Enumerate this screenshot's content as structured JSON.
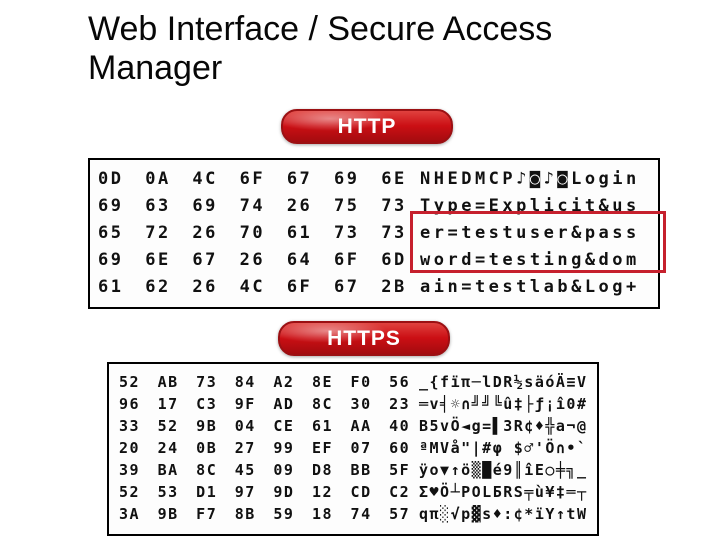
{
  "header": {
    "title_line1": "Web Interface / Secure Access",
    "title_line2": "Manager"
  },
  "badges": {
    "http_label": "HTTP",
    "https_label": "HTTPS"
  },
  "colors": {
    "badge_red": "#cb0f14",
    "badge_border": "#9b1013",
    "highlight_box_red": "#c6202d",
    "table_border": "#000000",
    "background": "#ffffff"
  },
  "http_dump": {
    "rows": [
      {
        "hex": "0D 0A 4C 6F 67 69 6E",
        "ascii": "NHEDMCP♪◙♪◙Login"
      },
      {
        "hex": "69 63 69 74 26 75 73",
        "ascii": "Type=Explicit&us"
      },
      {
        "hex": "65 72 26 70 61 73 73",
        "ascii": "er=testuser&pass"
      },
      {
        "hex": "69 6E 67 26 64 6F 6D",
        "ascii": "word=testing&dom"
      },
      {
        "hex": "61 62 26 4C 6F 67 2B",
        "ascii": "ain=testlab&Log+"
      }
    ],
    "highlighted_text": [
      "er=testuser&pass",
      "word=testing&dom"
    ]
  },
  "https_dump": {
    "rows": [
      {
        "hex": "52 AB 73 84 A2 8E F0 56",
        "ascii": "_{fïπ─lDR½säóÄ≡V"
      },
      {
        "hex": "96 17 C3 9F AD 8C 30 23",
        "ascii": "═v╡☼∩╝╝╚û‡├ƒ¡î0#"
      },
      {
        "hex": "33 52 9B 04 CE 61 AA 40",
        "ascii": "B5vÖ◄g=▌3R¢♦╬a¬@"
      },
      {
        "hex": "20 24 0B 27 99 EF 07 60",
        "ascii": "ªMVå\"|#φ $♂'Ö∩•`"
      },
      {
        "hex": "39 BA 8C 45 09 D8 BB 5F",
        "ascii": "ÿo▼↑ö▒█é9║îE○╪╗_"
      },
      {
        "hex": "52 53 D1 97 9D 12 CD C2",
        "ascii": "Σ♥Ö┴POLБRS╤ù¥‡═┬"
      },
      {
        "hex": "3A 9B F7 8B 59 18 74 57",
        "ascii": "qπ░√p▓s♦:¢*ïY↑tW"
      }
    ]
  }
}
